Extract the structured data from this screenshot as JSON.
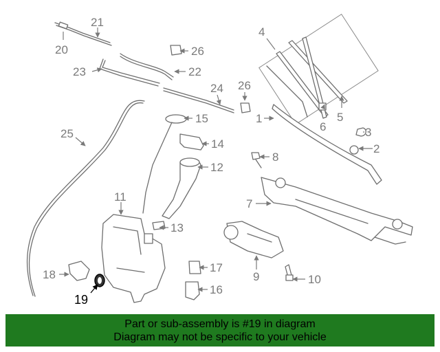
{
  "callouts": [
    "1",
    "2",
    "3",
    "4",
    "5",
    "6",
    "7",
    "8",
    "9",
    "10",
    "11",
    "12",
    "13",
    "14",
    "15",
    "16",
    "17",
    "18",
    "19",
    "20",
    "21",
    "22",
    "23",
    "24",
    "25",
    "26",
    "26"
  ],
  "highlighted_callout": "19",
  "banner": {
    "line1": "Part or sub-assembly is #19 in diagram",
    "line2": "Diagram may not be specific to your vehicle"
  },
  "colors": {
    "banner_bg": "#1f7a1f",
    "part_stroke": "#6e6e6e",
    "label": "#7a7a7a"
  }
}
